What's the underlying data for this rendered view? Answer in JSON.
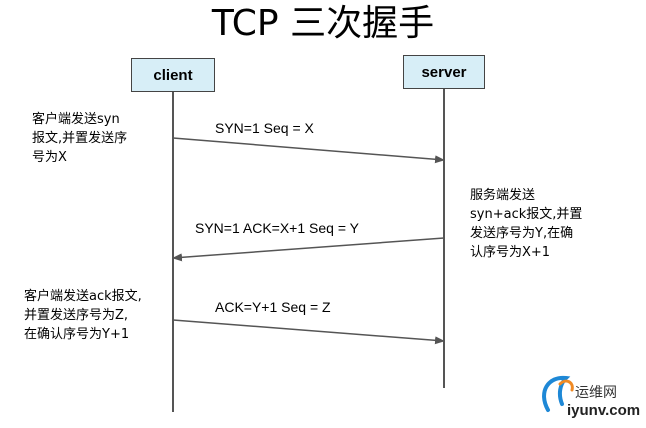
{
  "title": "TCP 三次握手",
  "participants": {
    "client": "client",
    "server": "server"
  },
  "messages": [
    {
      "label": "SYN=1  Seq = X"
    },
    {
      "label": "SYN=1  ACK=X+1 Seq = Y"
    },
    {
      "label": "ACK=Y+1 Seq = Z"
    }
  ],
  "notes": {
    "client_step1": [
      "客户端发送syn",
      "报文,并置发送序",
      "号为X"
    ],
    "server_step2": [
      "服务端发送",
      "syn+ack报文,并置",
      "发送序号为Y,在确",
      "认序号为X+1"
    ],
    "client_step3": [
      "客户端发送ack报文,",
      "并置发送序号为Z,",
      "在确认序号为Y+1"
    ]
  },
  "watermark": {
    "site_name": "运维网",
    "url": "iyunv.com"
  },
  "colors": {
    "box_fill": "#d7eef7",
    "line": "#555555",
    "logo_blue": "#1e88d6"
  }
}
